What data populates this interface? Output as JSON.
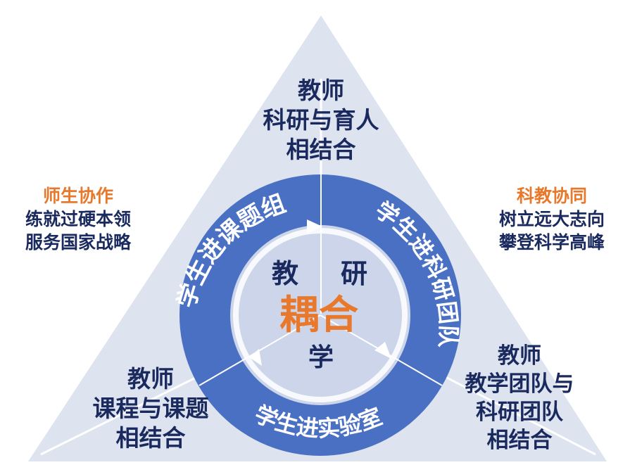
{
  "colors": {
    "triangle": "#dde3ef",
    "ring": "#4a70c4",
    "inner_disc": "#ccd5ea",
    "divider": "#ffffff",
    "navy_text": "#1b2a5e",
    "accent_orange": "#e8782c"
  },
  "center": {
    "top_left": "教",
    "top_right": "研",
    "middle": "耦合",
    "bottom": "学"
  },
  "ring_labels": {
    "left": "学生进课题组",
    "right": "学生进科研团队",
    "bottom": "学生进实验室"
  },
  "top_block": [
    "教师",
    "科研与育人",
    "相结合"
  ],
  "bottom_left_block": [
    "教师",
    "课程与课题",
    "相结合"
  ],
  "bottom_right_block": [
    "教师",
    "教学团队与",
    "科研团队",
    "相结合"
  ],
  "left_side": {
    "title": "师生协作",
    "lines": [
      "练就过硬本领",
      "服务国家战略"
    ]
  },
  "right_side": {
    "title": "科教协同",
    "lines": [
      "树立远大志向",
      "攀登科学高峰"
    ]
  }
}
